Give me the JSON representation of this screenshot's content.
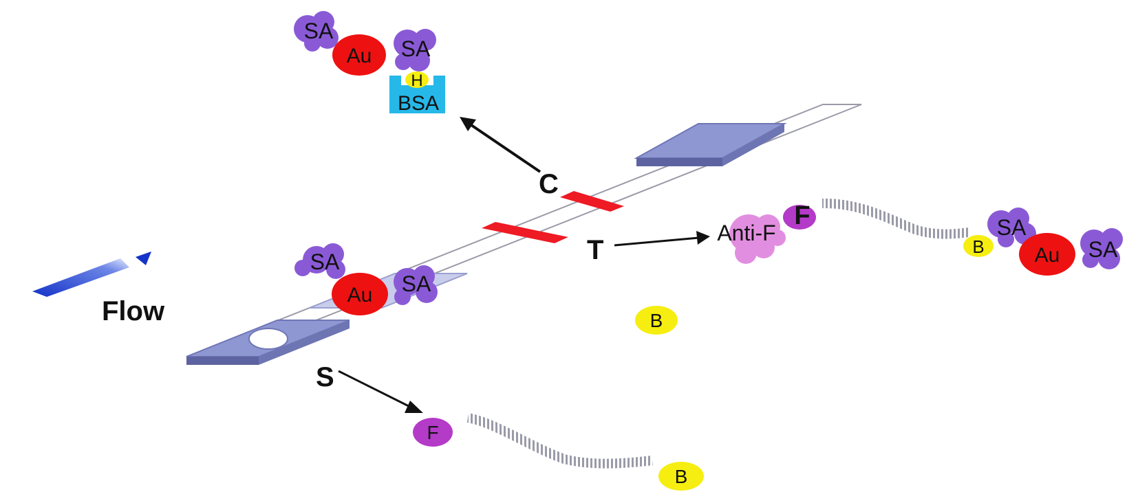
{
  "figure": {
    "flow_label": "Flow",
    "zones": {
      "control": "C",
      "test": "T",
      "sample": "S"
    },
    "control_complex": {
      "sa_left": "SA",
      "au": "Au",
      "sa_right": "SA",
      "hapten": "H",
      "bsa": "BSA"
    },
    "conjugate_pad": {
      "sa_top": "SA",
      "au": "Au",
      "sa_right": "SA"
    },
    "test_complex": {
      "antibody": "Anti-F",
      "fitc": "F",
      "biotin": "B",
      "sa_top": "SA",
      "au": "Au",
      "sa_right": "SA"
    },
    "free_biotin": "B",
    "sample_probe": {
      "fitc": "F",
      "biotin": "B"
    },
    "colors": {
      "gold": "#ee1111",
      "streptavidin": "#8a5ad6",
      "biotin": "#f5ee10",
      "fitc": "#b43ac8",
      "anti_fitc": "#e28ee0",
      "bsa": "#26b8e8",
      "pad": "#8f97d2",
      "flow_arrow": "#1433c8"
    }
  }
}
